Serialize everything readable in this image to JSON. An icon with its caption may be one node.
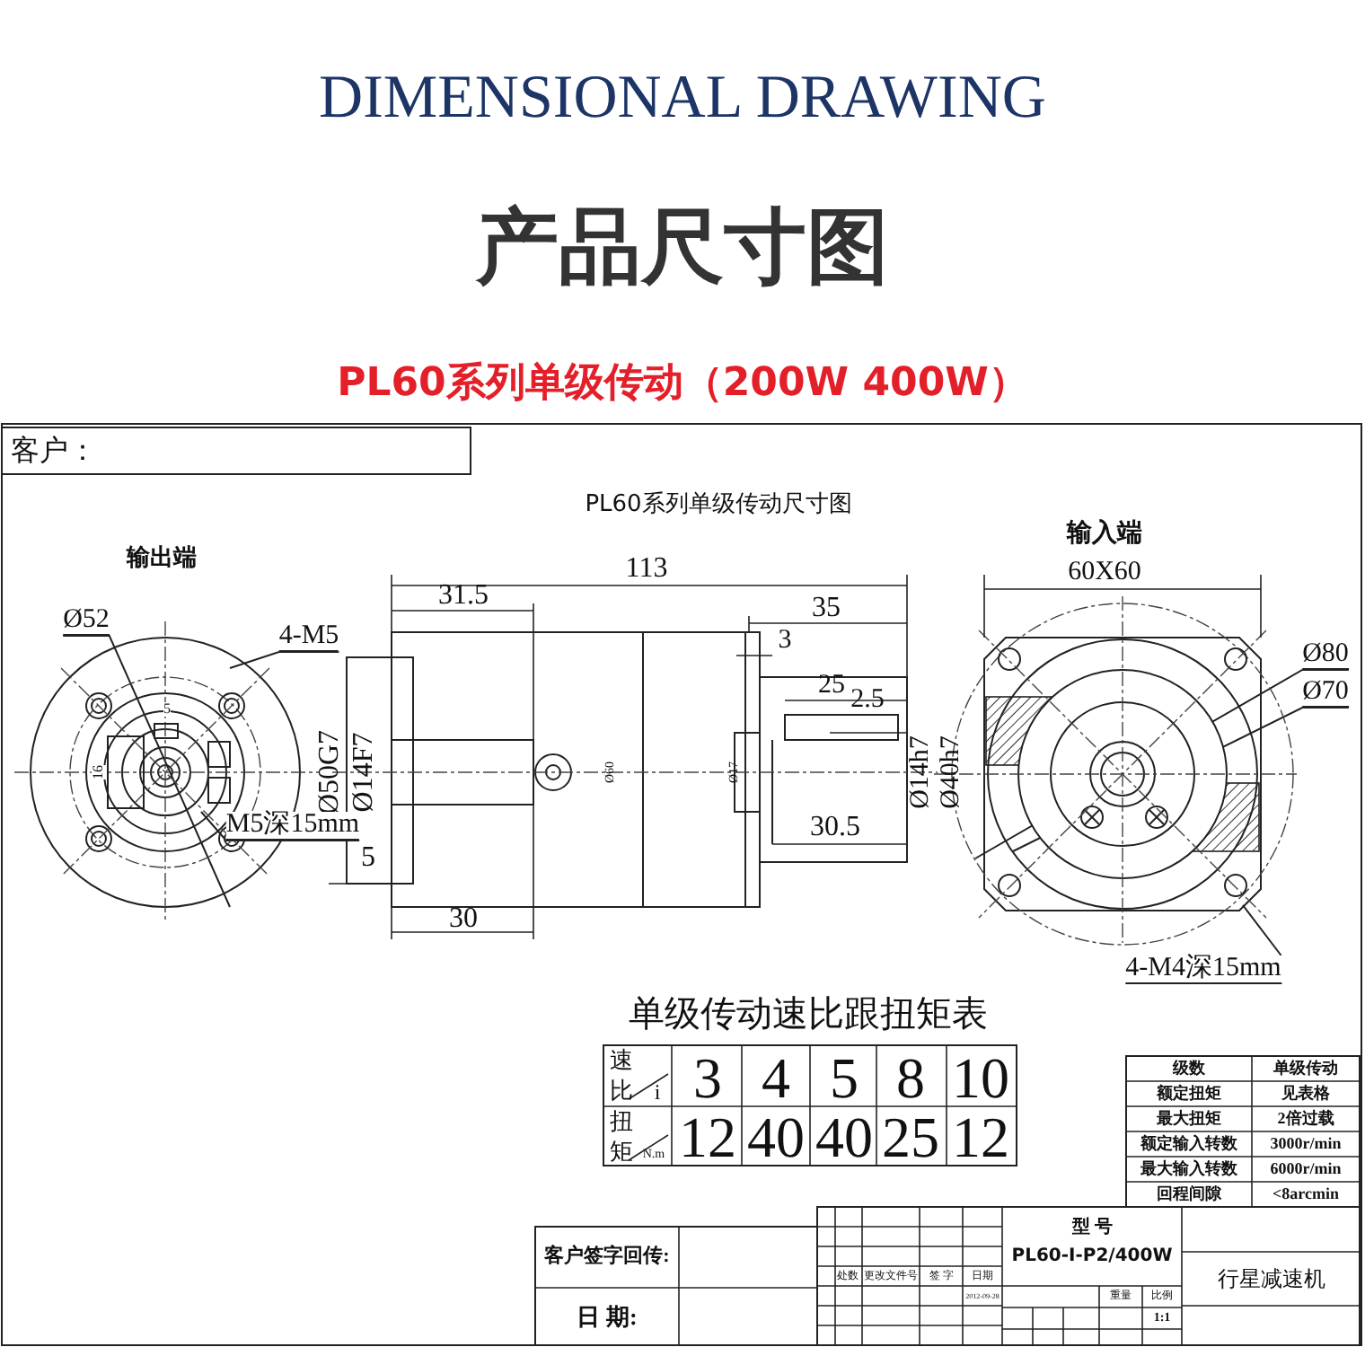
{
  "diagram": {
    "title": "DIMENSIONAL DRAWING",
    "nodes": [
      {
        "text": [
          "Ø52"
        ]
      },
      {
        "text": [
          "4-M5"
        ]
      },
      {
        "text": [
          "M5深15mm"
        ]
      },
      {
        "text": [
          "Ø80"
        ]
      },
      {
        "text": [
          "Ø70"
        ]
      },
      {
        "text": [
          "4-M4深15mm"
        ]
      }
    ],
    "edges": [
      {
        "from": 0,
        "to": null,
        "arrow": "none"
      },
      {
        "from": 1,
        "to": null,
        "arrow": "none"
      },
      {
        "from": 2,
        "to": null,
        "arrow": "none"
      },
      {
        "from": 3,
        "to": null,
        "arrow": "none"
      },
      {
        "from": 4,
        "to": null,
        "arrow": "none"
      },
      {
        "from": 5,
        "to": null,
        "arrow": "none"
      }
    ],
    "labels": [
      "产品尺寸图",
      "PL60系列单级传动（200W 400W）",
      "客户：",
      "PL60系列单级传动尺寸图",
      "输入端",
      "输出端",
      "113",
      "60X60",
      "31.5",
      "35",
      "3",
      "25",
      "2.5",
      "5",
      "16",
      "Ø50G7",
      "Ø14F7",
      "Ø60",
      "Ø17",
      "Ø14h7",
      "Ø40h7",
      "30.5",
      "5",
      "30",
      "单级传动速比跟扭矩表",
      "速",
      "比",
      "i",
      "3",
      "4",
      "5",
      "8",
      "10",
      "扭",
      "矩",
      "N.m",
      "12",
      "40",
      "40",
      "25",
      "12",
      "级数",
      "单级传动",
      "额定扭矩",
      "见表格",
      "最大扭矩",
      "2倍过载",
      "额定输入转数",
      "3000r/min",
      "最大输入转数",
      "6000r/min",
      "回程间隙",
      "<8arcmin",
      "客户签字回传:",
      "日 期:",
      "型 号",
      "PL60-Ⅰ-P2/400W",
      "处数",
      "更改文件号",
      "签 字",
      "日期",
      "2012-09-28",
      "重量",
      "比例",
      "1:1",
      "行星减速机"
    ]
  }
}
